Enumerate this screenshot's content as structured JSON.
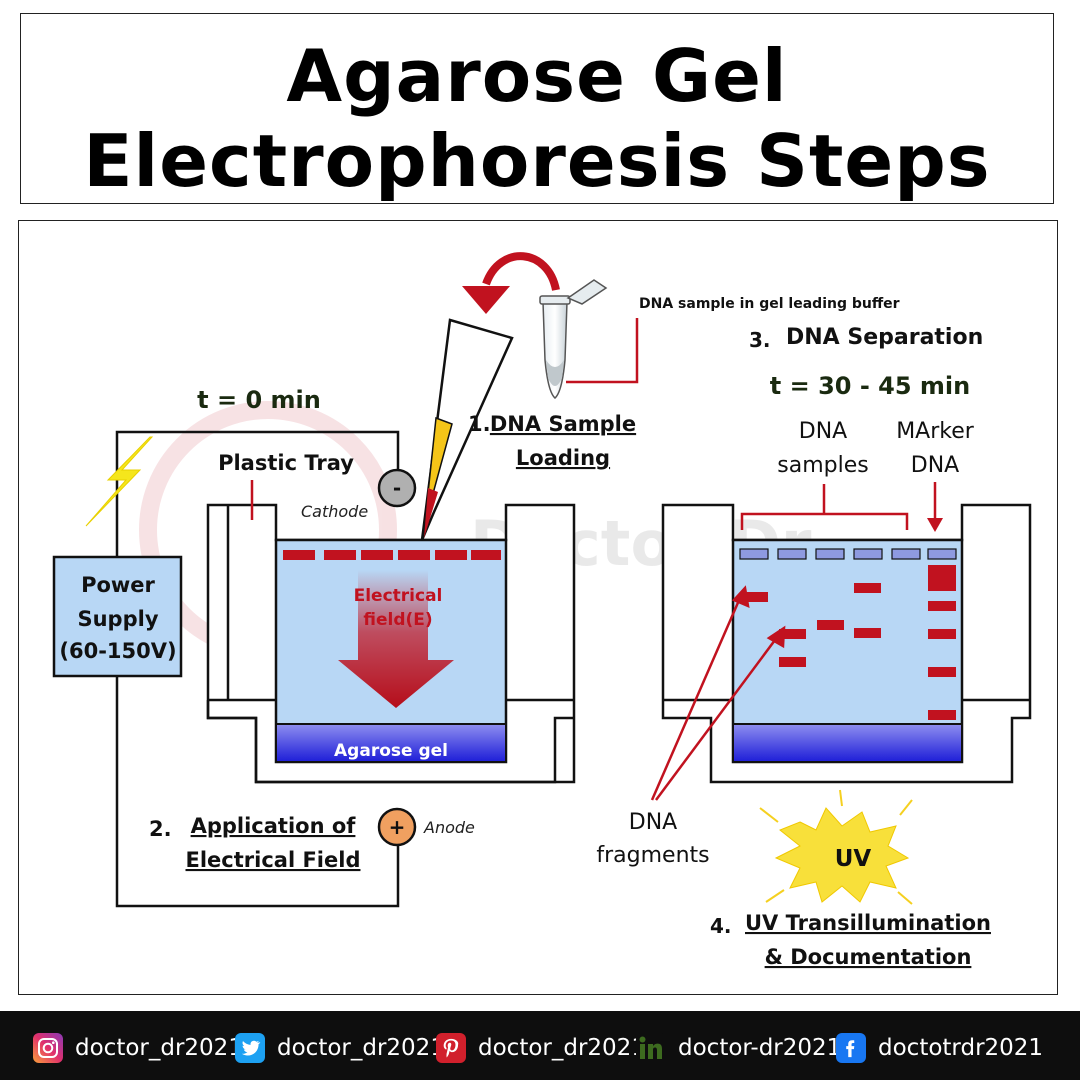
{
  "title": {
    "line1": "Agarose Gel",
    "line2": "Electrophoresis Steps"
  },
  "diagram": {
    "t_zero": "t = 0 min",
    "plastic_tray": "Plastic Tray",
    "cathode": "Cathode",
    "cathode_symbol": "-",
    "anode": "Anode",
    "anode_symbol": "+",
    "power_supply": [
      "Power",
      "Supply",
      "(60-150V)"
    ],
    "electrical_field": [
      "Electrical",
      "field(E)"
    ],
    "agarose_gel": "Agarose gel",
    "watermark": "Doctor-Dr",
    "step1_num": "1.",
    "step1_label": [
      "DNA Sample",
      "Loading"
    ],
    "sample_tube_label": "DNA sample in gel leading buffer",
    "step2_num": "2.",
    "step2_label": [
      "Application of",
      "Electrical Field"
    ],
    "step3_num": "3.",
    "step3_label": "DNA Separation",
    "t_range": "t = 30 - 45 min",
    "dna_samples": [
      "DNA",
      "samples"
    ],
    "marker_dna": [
      "MArker",
      "DNA"
    ],
    "dna_fragments": [
      "DNA",
      "fragments"
    ],
    "uv": "UV",
    "step4_num": "4.",
    "step4_label": [
      "UV Transillumination",
      "& Documentation"
    ]
  },
  "colors": {
    "accent_red": "#c1121f",
    "gel_blue": "#b8d7f5",
    "gel_bottom": "#2d2de0",
    "power_box": "#b8d7f5",
    "lightning": "#f5e61c",
    "uv_burst": "#f8e03a",
    "anode_orange": "#f0a060"
  },
  "footer": {
    "items": [
      {
        "icon": "instagram-icon",
        "handle": "doctor_dr2021"
      },
      {
        "icon": "twitter-icon",
        "handle": "doctor_dr2021"
      },
      {
        "icon": "pinterest-icon",
        "handle": "doctor_dr2021"
      },
      {
        "icon": "linkedin-icon",
        "handle": "doctor-dr2021"
      },
      {
        "icon": "facebook-icon",
        "handle": "doctotrdr2021"
      }
    ]
  }
}
